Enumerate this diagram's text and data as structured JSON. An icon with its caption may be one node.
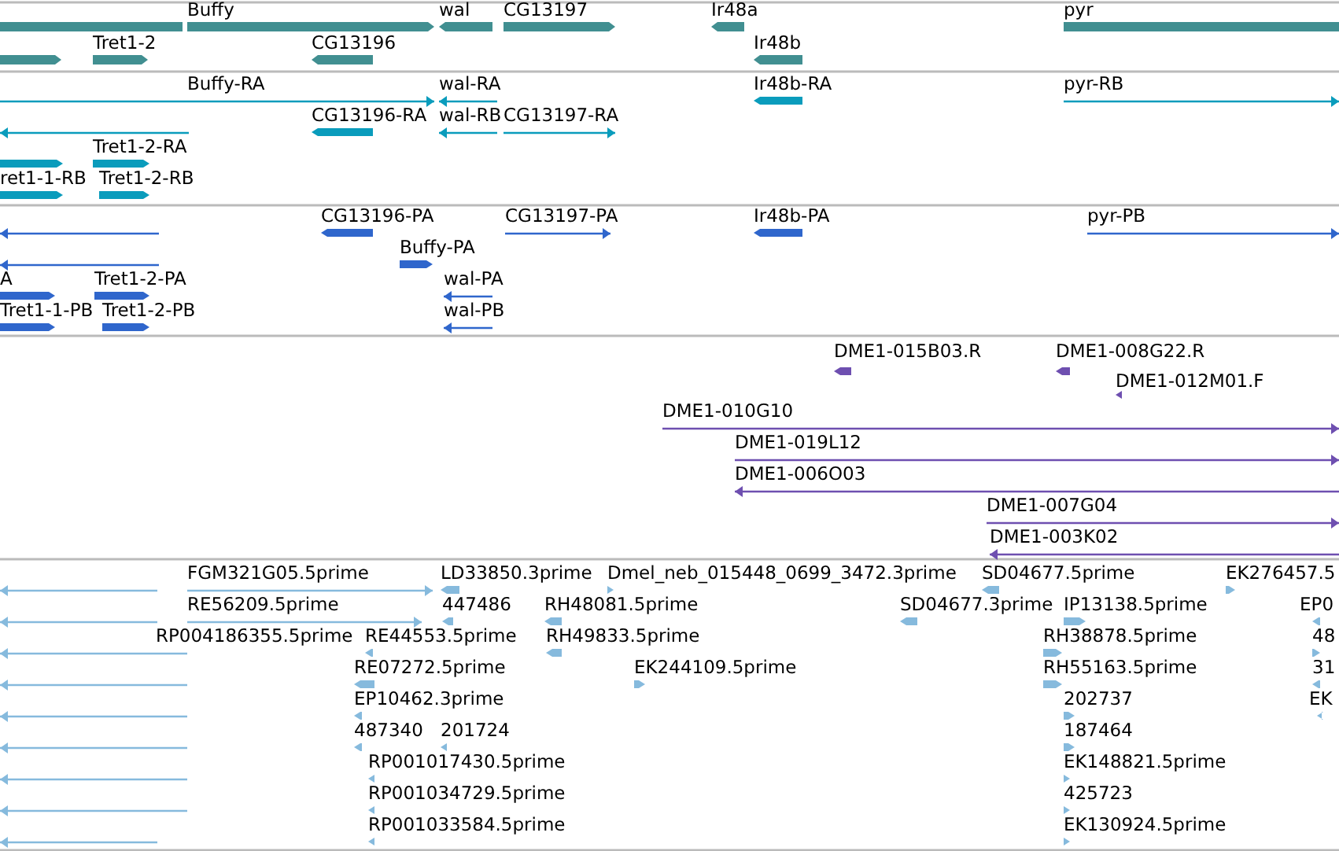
{
  "diagram": {
    "labels": [
      "Buffy",
      "wal",
      "CG13197",
      "Ir48a",
      "pyr",
      "Tret1-2",
      "CG13196",
      "Ir48b",
      "Buffy-RA",
      "wal-RA",
      "Ir48b-RA",
      "pyr-RB",
      "CG13196-RA",
      "wal-RB",
      "CG13197-RA",
      "Tret1-2-RA",
      "ret1-1-RB",
      "Tret1-2-RB",
      "CG13196-PA",
      "CG13197-PA",
      "Ir48b-PA",
      "pyr-PB",
      "Buffy-PA",
      "A",
      "Tret1-2-PA",
      "wal-PA",
      "Tret1-1-PB",
      "Tret1-2-PB",
      "wal-PB",
      "DME1-015B03.R",
      "DME1-008G22.R",
      "DME1-012M01.F",
      "DME1-010G10",
      "DME1-019L12",
      "DME1-006O03",
      "DME1-007G04",
      "DME1-003K02",
      "FGM321G05.5prime",
      "LD33850.3prime",
      "Dmel_neb_015448_0699_3472.3prime",
      "SD04677.5prime",
      "EK276457.5",
      "RE56209.5prime",
      "447486",
      "RH48081.5prime",
      "SD04677.3prime",
      "IP13138.5prime",
      "EP0",
      "RP004186355.5prime",
      "RE44553.5prime",
      "RH49833.5prime",
      "RH38878.5prime",
      "48",
      "RE07272.5prime",
      "EK244109.5prime",
      "RH55163.5prime",
      "31",
      "EP10462.3prime",
      "202737",
      "EK",
      "487340",
      "201724",
      "187464",
      "RP001017430.5prime",
      "EK148821.5prime",
      "RP001034729.5prime",
      "425723",
      "RP001033584.5prime",
      "EK130924.5prime"
    ]
  }
}
